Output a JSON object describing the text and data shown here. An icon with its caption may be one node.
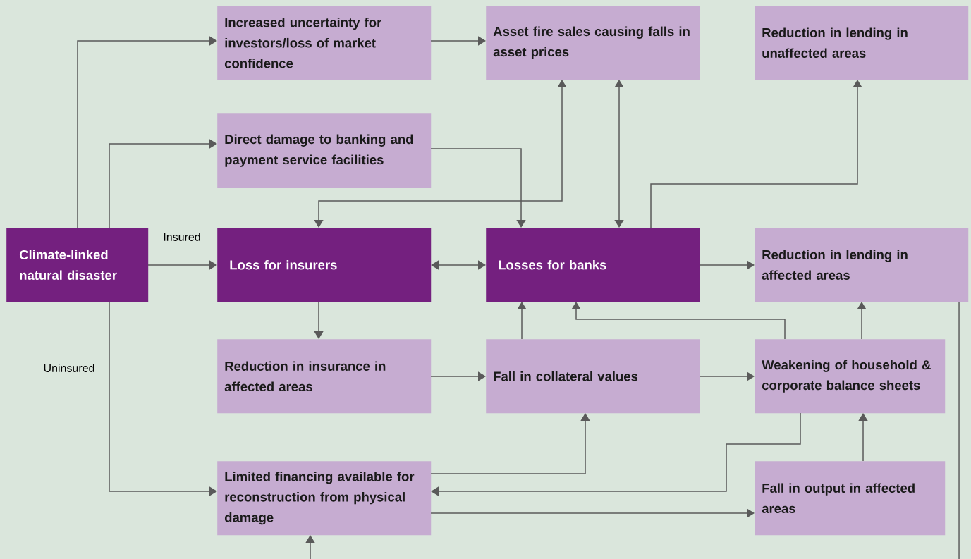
{
  "diagram": {
    "nodes": [
      {
        "text": [
          "Climate-linked natural disaster"
        ]
      },
      {
        "text": [
          "Increased uncertainty for investors/loss of market confidence"
        ]
      },
      {
        "text": [
          "Asset fire sales causing falls in asset prices"
        ]
      },
      {
        "text": [
          "Reduction in lending in unaffected areas"
        ]
      },
      {
        "text": [
          "Direct damage to banking and payment service facilities"
        ]
      },
      {
        "text": [
          "Loss for insurers"
        ]
      },
      {
        "text": [
          "Losses for banks"
        ]
      },
      {
        "text": [
          "Reduction in lending in affected areas"
        ]
      },
      {
        "text": [
          "Reduction in insurance in affected areas"
        ]
      },
      {
        "text": [
          "Fall in collateral values"
        ]
      },
      {
        "text": [
          "Weakening of household & corporate balance sheets"
        ]
      },
      {
        "text": [
          "Limited financing available for reconstruction from physical damage"
        ]
      },
      {
        "text": [
          "Fall in output in affected areas"
        ]
      }
    ],
    "edges": [
      {
        "from": 0,
        "to": 1,
        "arrow": "to"
      },
      {
        "from": 0,
        "to": 4,
        "arrow": "to"
      },
      {
        "from": 0,
        "to": 5,
        "arrow": "to",
        "label": "Insured"
      },
      {
        "from": 0,
        "to": 11,
        "arrow": "to",
        "label": "Uninsured"
      },
      {
        "from": 1,
        "to": 2,
        "arrow": "to"
      },
      {
        "from": 4,
        "to": 6,
        "arrow": "to"
      },
      {
        "from": 5,
        "to": 2,
        "arrow": "both"
      },
      {
        "from": 2,
        "to": 6,
        "arrow": "both"
      },
      {
        "from": 6,
        "to": 3,
        "arrow": "to"
      },
      {
        "from": 5,
        "to": 6,
        "arrow": "both"
      },
      {
        "from": 6,
        "to": 7,
        "arrow": "to"
      },
      {
        "from": 5,
        "to": 8,
        "arrow": "to"
      },
      {
        "from": 8,
        "to": 9,
        "arrow": "to"
      },
      {
        "from": 9,
        "to": 6,
        "arrow": "to"
      },
      {
        "from": 10,
        "to": 6,
        "arrow": "to"
      },
      {
        "from": 9,
        "to": 10,
        "arrow": "to"
      },
      {
        "from": 10,
        "to": 7,
        "arrow": "to"
      },
      {
        "from": 11,
        "to": 9,
        "arrow": "to"
      },
      {
        "from": 10,
        "to": 11,
        "arrow": "to"
      },
      {
        "from": 11,
        "to": 12,
        "arrow": "to"
      },
      {
        "from": 12,
        "to": 10,
        "arrow": "to"
      },
      {
        "from": 7,
        "to": null,
        "arrow": "none"
      },
      {
        "from": null,
        "to": 11,
        "arrow": "to"
      }
    ]
  }
}
